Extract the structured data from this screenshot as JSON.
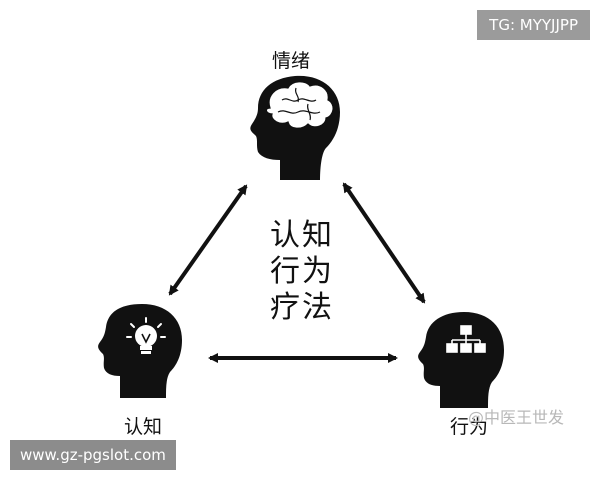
{
  "nodes": {
    "emotion": {
      "label": "情绪"
    },
    "cognition": {
      "label": "认知"
    },
    "behavior": {
      "label": "行为"
    }
  },
  "center": {
    "lines": [
      "认知",
      "行为",
      "疗法"
    ]
  },
  "overlays": {
    "tag": "TG: MYYJJPP",
    "url": "www.gz-pgslot.com",
    "watermark": "@中医王世发"
  }
}
